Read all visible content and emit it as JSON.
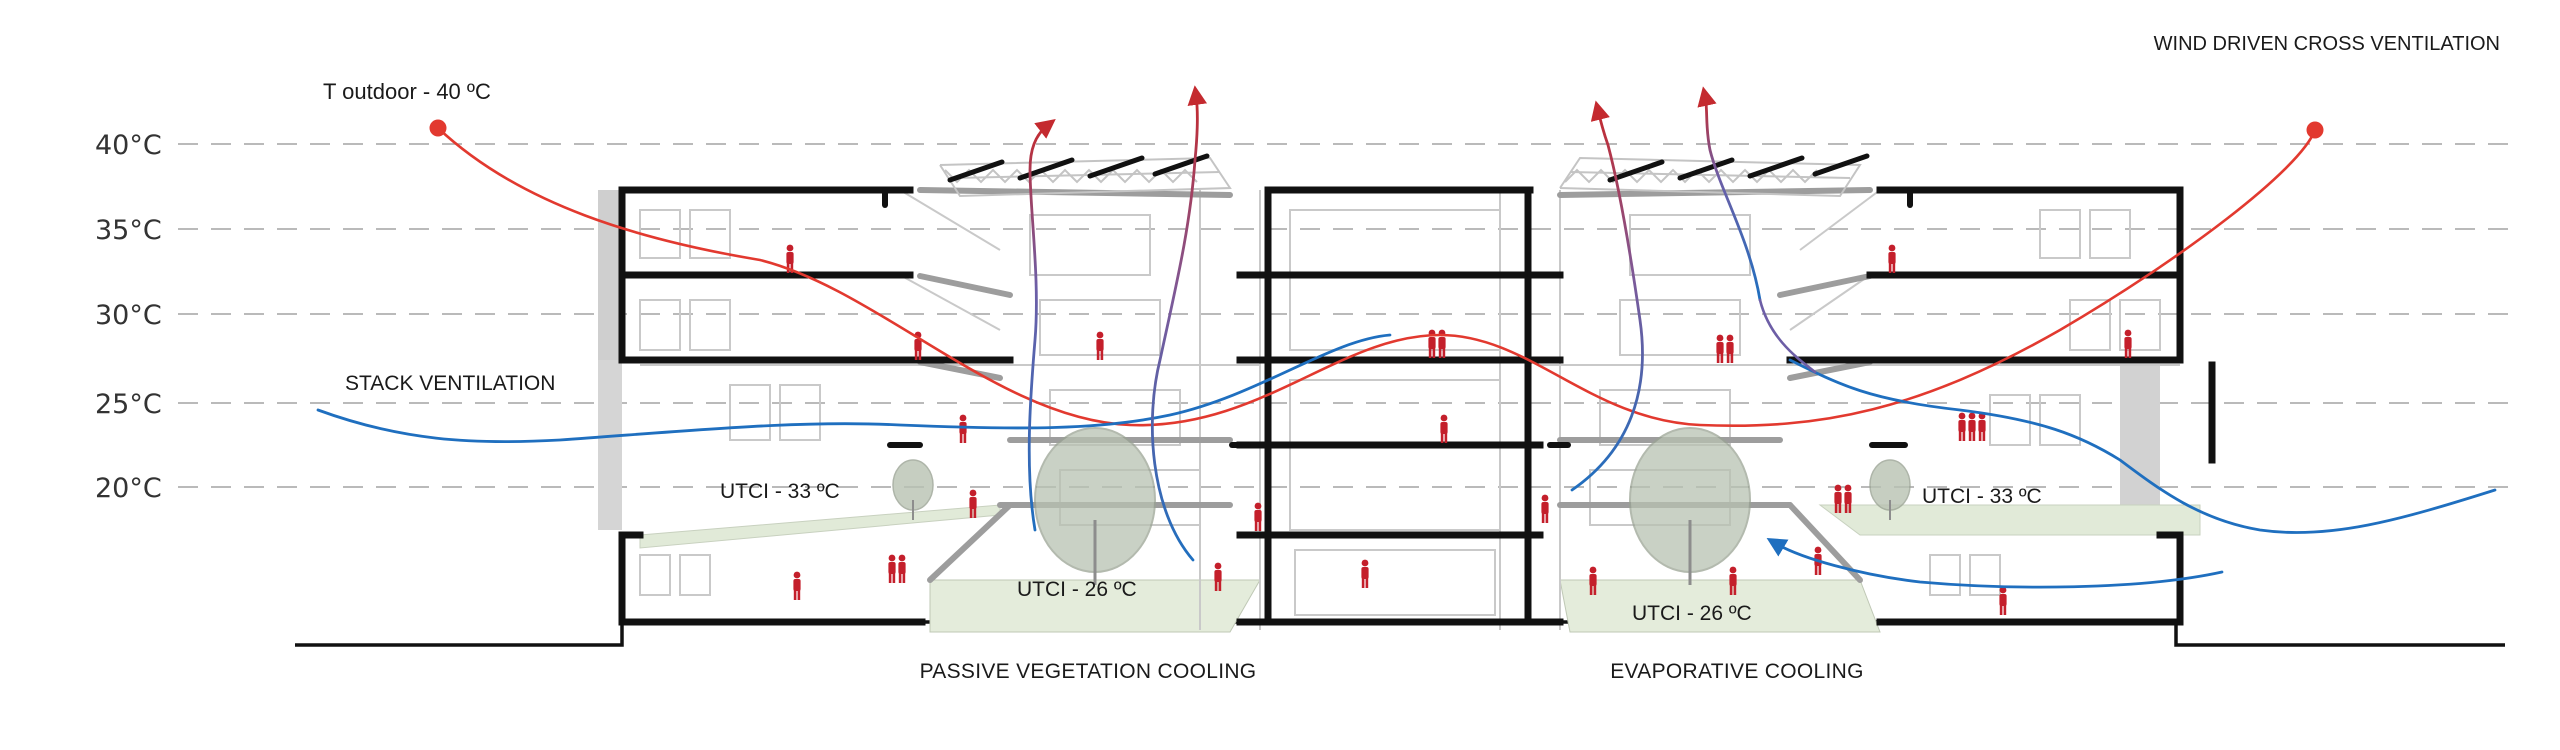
{
  "title": "WIND DRIVEN CROSS VENTILATION",
  "outdoor_temperature": "T outdoor - 40 ºC",
  "temperature_scale": [
    "40°C",
    "35°C",
    "30°C",
    "25°C",
    "20°C"
  ],
  "labels": {
    "stack_ventilation": "STACK VENTILATION",
    "utci_left_upper": "UTCI - 33 ºC",
    "utci_left_lower": "UTCI - 26 ºC",
    "utci_right_upper": "UTCI - 33 ºC",
    "utci_right_lower": "UTCI - 26 ºC",
    "passive_vegetation_cooling": "PASSIVE VEGETATION COOLING",
    "evaporative_cooling": "EVAPORATIVE COOLING"
  },
  "colors": {
    "warm_air": "#e2392f",
    "cool_air": "#1f6fbf",
    "people": "#c41f2b",
    "structure": "#111111",
    "vegetation": "#dfe7d6",
    "grid_line": "#9a9a9a"
  }
}
